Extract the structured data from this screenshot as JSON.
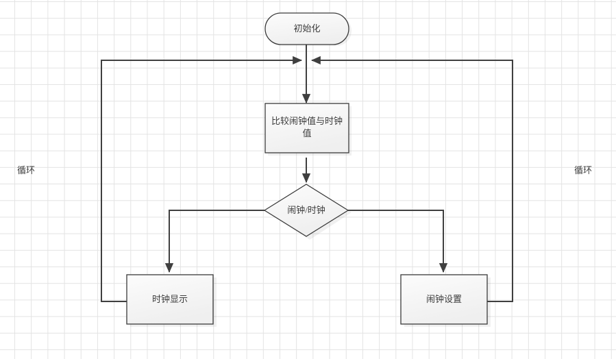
{
  "diagram": {
    "type": "flowchart",
    "background": "#ffffff",
    "grid_color": "#e3e3e3",
    "node_fill": "#f4f4f4",
    "node_stroke": "#3a3a3a",
    "connector_color": "#3f3f3f",
    "text_color": "#3c3c3c",
    "nodes": [
      {
        "id": "start",
        "shape": "terminator",
        "label": "初始化"
      },
      {
        "id": "compare",
        "shape": "process",
        "label": "比较闹钟值与时钟值"
      },
      {
        "id": "decision",
        "shape": "decision",
        "label": "闹钟/时钟"
      },
      {
        "id": "clock",
        "shape": "process",
        "label": "时钟显示"
      },
      {
        "id": "alarm",
        "shape": "process",
        "label": "闹钟设置"
      }
    ],
    "annotations": [
      {
        "id": "loop-left",
        "label": "循环"
      },
      {
        "id": "loop-right",
        "label": "循环"
      }
    ]
  }
}
